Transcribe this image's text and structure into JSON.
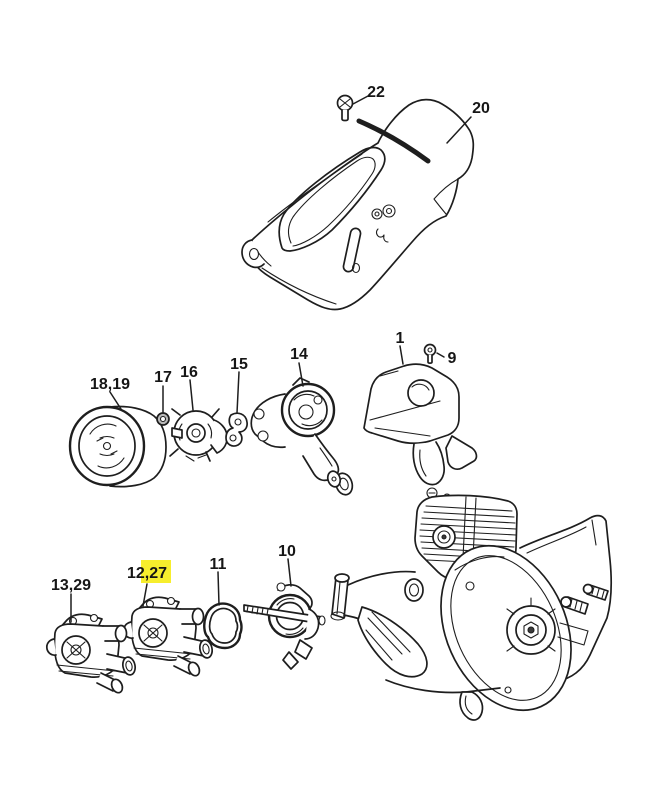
{
  "diagram": {
    "kind": "exploded-parts-diagram",
    "background": "#ffffff",
    "line_color": "#1e1e1e",
    "highlight_color": "#f7ee2d",
    "label_color": "#161616"
  },
  "parts": [
    {
      "label": "22",
      "shape": "screw"
    },
    {
      "label": "20",
      "shape": "top-cover-shroud"
    },
    {
      "label": "1",
      "shape": "carburetor-box-bracket"
    },
    {
      "label": "9",
      "shape": "screw"
    },
    {
      "label": "18,19",
      "shape": "air-filter-drum"
    },
    {
      "label": "17",
      "shape": "nut"
    },
    {
      "label": "16",
      "shape": "filter-base-rotor"
    },
    {
      "label": "15",
      "shape": "clip"
    },
    {
      "label": "14",
      "shape": "fan-housing"
    },
    {
      "label": "13,29",
      "shape": "carburetor"
    },
    {
      "label": "12,27",
      "shape": "carburetor",
      "highlighted": true
    },
    {
      "label": "11",
      "shape": "gasket"
    },
    {
      "label": "10",
      "shape": "intake-manifold"
    }
  ]
}
